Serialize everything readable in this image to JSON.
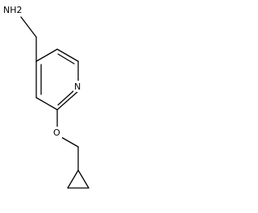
{
  "structure": {
    "atoms": {
      "amine": "NH2",
      "ring_nitrogen": "N",
      "ether_oxygen": "O"
    }
  }
}
